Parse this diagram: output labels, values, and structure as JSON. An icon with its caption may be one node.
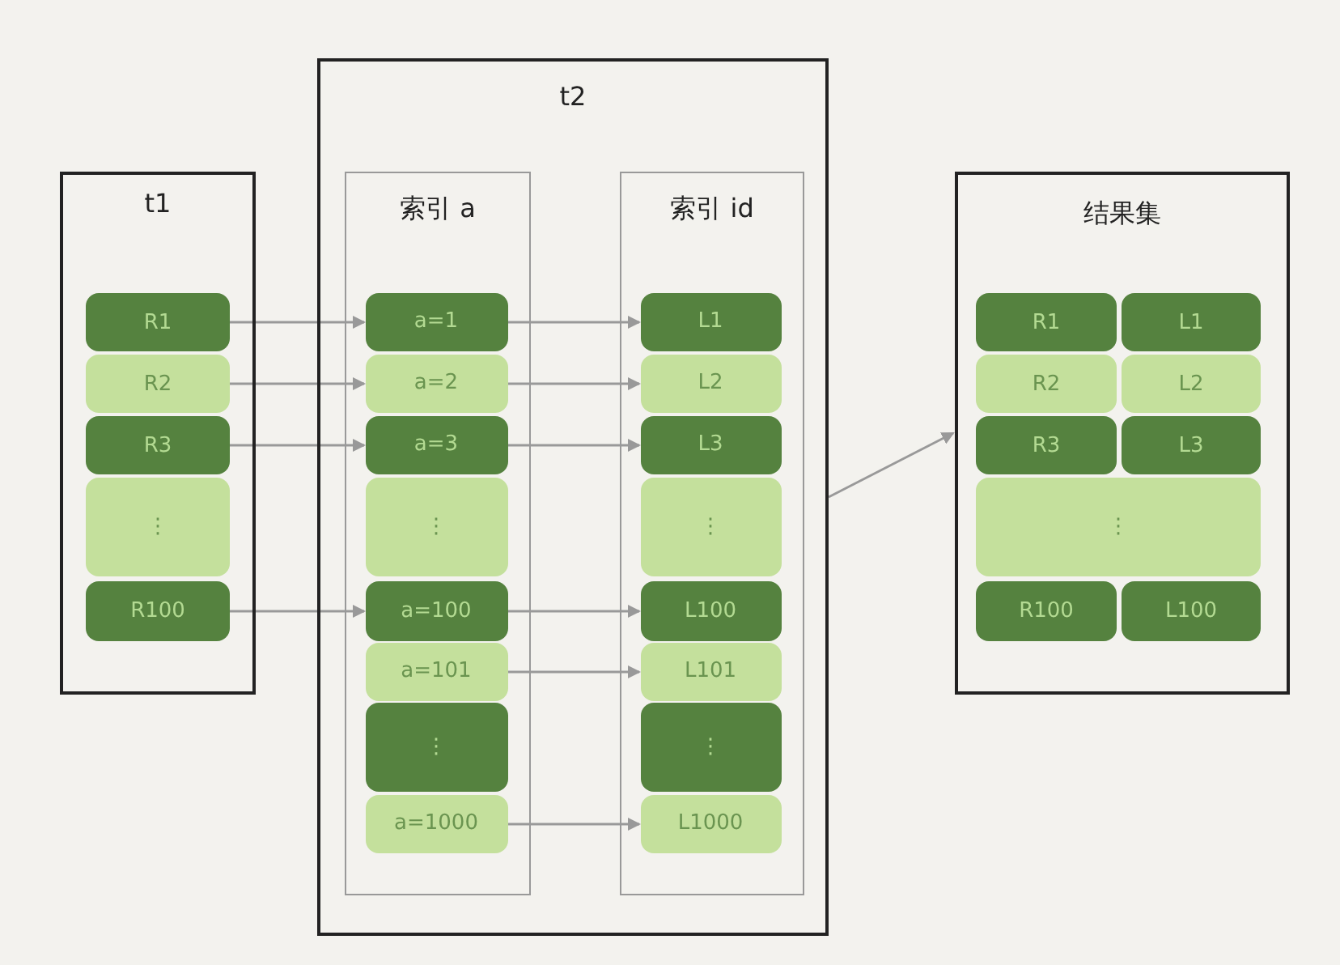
{
  "diagram": {
    "nodes": [
      {
        "text": [
          "t1"
        ]
      },
      {
        "text": [
          "R1"
        ],
        "in": 0
      },
      {
        "text": [
          "R2"
        ],
        "in": 0
      },
      {
        "text": [
          "R3"
        ],
        "in": 0
      },
      {
        "text": [
          "⋮"
        ],
        "in": 0
      },
      {
        "text": [
          "R100"
        ],
        "in": 0
      },
      {
        "text": [
          "t2"
        ]
      },
      {
        "text": [
          "索引 a"
        ],
        "in": 6
      },
      {
        "text": [
          "a=1"
        ],
        "in": 7
      },
      {
        "text": [
          "a=2"
        ],
        "in": 7
      },
      {
        "text": [
          "a=3"
        ],
        "in": 7
      },
      {
        "text": [
          "⋮"
        ],
        "in": 7
      },
      {
        "text": [
          "a=100"
        ],
        "in": 7
      },
      {
        "text": [
          "a=101"
        ],
        "in": 7
      },
      {
        "text": [
          "⋮"
        ],
        "in": 7
      },
      {
        "text": [
          "a=1000"
        ],
        "in": 7
      },
      {
        "text": [
          "索引 id"
        ],
        "in": 6
      },
      {
        "text": [
          "L1"
        ],
        "in": 16
      },
      {
        "text": [
          "L2"
        ],
        "in": 16
      },
      {
        "text": [
          "L3"
        ],
        "in": 16
      },
      {
        "text": [
          "⋮"
        ],
        "in": 16
      },
      {
        "text": [
          "L100"
        ],
        "in": 16
      },
      {
        "text": [
          "L101"
        ],
        "in": 16
      },
      {
        "text": [
          "⋮"
        ],
        "in": 16
      },
      {
        "text": [
          "L1000"
        ],
        "in": 16
      },
      {
        "text": [
          "结果集"
        ]
      },
      {
        "text": [
          "R1"
        ],
        "in": 25
      },
      {
        "text": [
          "L1"
        ],
        "in": 25
      },
      {
        "text": [
          "R2"
        ],
        "in": 25
      },
      {
        "text": [
          "L2"
        ],
        "in": 25
      },
      {
        "text": [
          "R3"
        ],
        "in": 25
      },
      {
        "text": [
          "L3"
        ],
        "in": 25
      },
      {
        "text": [
          "⋮"
        ],
        "in": 25
      },
      {
        "text": [
          "R100"
        ],
        "in": 25
      },
      {
        "text": [
          "L100"
        ],
        "in": 25
      }
    ],
    "edges": [
      {
        "from": 1,
        "to": 8,
        "arrow": "to"
      },
      {
        "from": 2,
        "to": 9,
        "arrow": "to"
      },
      {
        "from": 3,
        "to": 10,
        "arrow": "to"
      },
      {
        "from": 5,
        "to": 12,
        "arrow": "to"
      },
      {
        "from": 8,
        "to": 17,
        "arrow": "to"
      },
      {
        "from": 9,
        "to": 18,
        "arrow": "to"
      },
      {
        "from": 10,
        "to": 19,
        "arrow": "to"
      },
      {
        "from": 12,
        "to": 21,
        "arrow": "to"
      },
      {
        "from": 13,
        "to": 22,
        "arrow": "to"
      },
      {
        "from": 15,
        "to": 24,
        "arrow": "to"
      },
      {
        "from": 6,
        "to": 25,
        "arrow": "to"
      }
    ]
  }
}
